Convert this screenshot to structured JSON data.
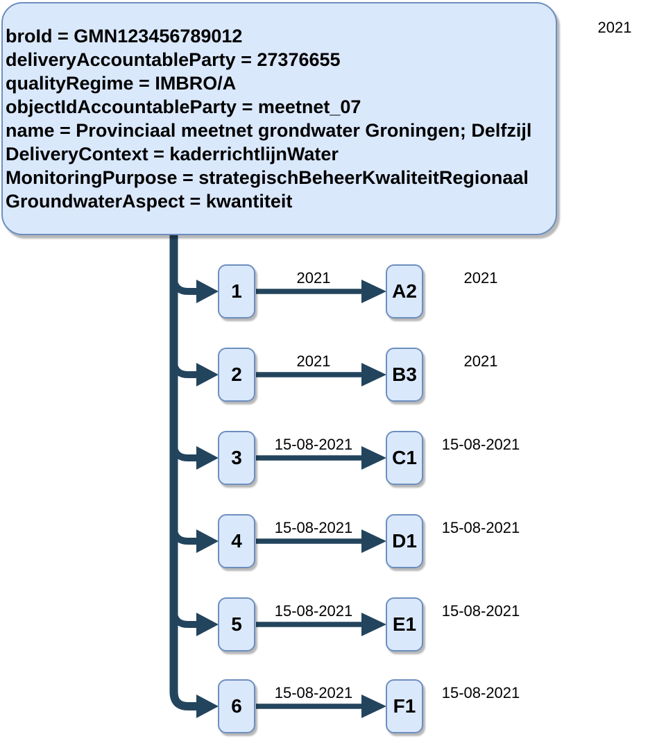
{
  "diagram": {
    "corner_year": "2021",
    "colors": {
      "node_fill": "#dae8fc",
      "node_border": "#6c8ebf",
      "connector": "#23445d",
      "text": "#000000",
      "background": "#ffffff"
    },
    "header_box": {
      "lines": [
        "broId = GMN123456789012",
        "deliveryAccountableParty = 27376655",
        "qualityRegime = IMBRO/A",
        "objectIdAccountableParty = meetnet_07",
        "name = Provinciaal meetnet grondwater Groningen; Delfzijl",
        "DeliveryContext = kaderrichtlijnWater",
        "MonitoringPurpose = strategischBeheerKwaliteitRegionaal",
        "GroundwaterAspect = kwantiteit"
      ]
    },
    "rows": [
      {
        "source": "1",
        "edge_label": "2021",
        "target": "A2",
        "right_label": "2021"
      },
      {
        "source": "2",
        "edge_label": "2021",
        "target": "B3",
        "right_label": "2021"
      },
      {
        "source": "3",
        "edge_label": "15-08-2021",
        "target": "C1",
        "right_label": "15-08-2021"
      },
      {
        "source": "4",
        "edge_label": "15-08-2021",
        "target": "D1",
        "right_label": "15-08-2021"
      },
      {
        "source": "5",
        "edge_label": "15-08-2021",
        "target": "E1",
        "right_label": "15-08-2021"
      },
      {
        "source": "6",
        "edge_label": "15-08-2021",
        "target": "F1",
        "right_label": "15-08-2021"
      }
    ]
  }
}
